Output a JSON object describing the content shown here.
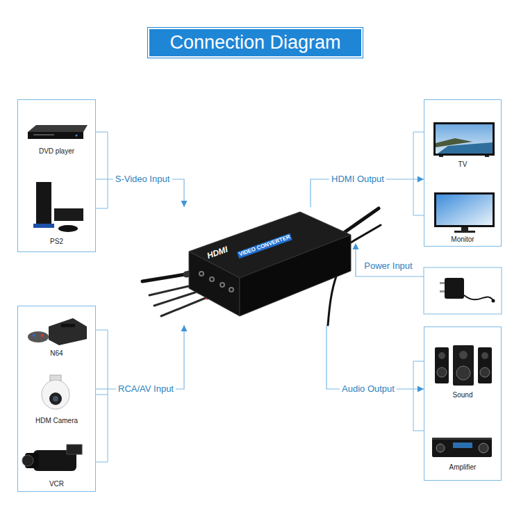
{
  "diagram": {
    "title": "Connection Diagram",
    "nodes": [
      {
        "text": [
          "DVD player",
          "PS2"
        ]
      },
      {
        "text": [
          "TV",
          "Monitor"
        ]
      },
      {
        "text": [
          "HDMI",
          "VIDEO CONVERTER"
        ]
      },
      {
        "text": [
          "N64",
          "HDM Camera",
          "VCR"
        ]
      },
      {
        "text": [
          "Sound",
          "Amplifier"
        ]
      }
    ],
    "edges": [
      {
        "from": 0,
        "to": 2,
        "label": "S-Video Input",
        "arrow": "to"
      },
      {
        "from": 3,
        "to": 2,
        "label": "RCA/AV Input",
        "arrow": "to"
      },
      {
        "from": 2,
        "to": 1,
        "label": "HDMI Output",
        "arrow": "to"
      },
      {
        "from": 2,
        "to": 4,
        "label": "Audio Output",
        "arrow": "to"
      }
    ],
    "labels": [
      "Power Input"
    ]
  }
}
